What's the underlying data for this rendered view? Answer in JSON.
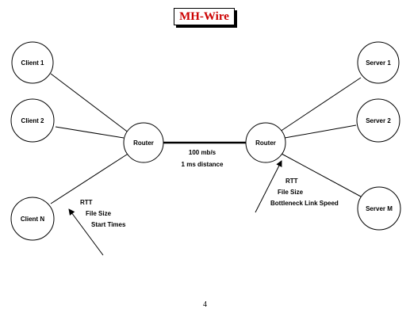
{
  "title": "MH-Wire",
  "colors": {
    "title": "#cc0000",
    "stroke": "#000000",
    "background": "#ffffff"
  },
  "nodes": {
    "client_1": "Client 1",
    "client_2": "Client 2",
    "client_n": "Client N",
    "router_left": "Router",
    "router_right": "Router",
    "server_1": "Server 1",
    "server_2": "Server 2",
    "server_m": "Server M"
  },
  "link": {
    "bandwidth": "100 mb/s",
    "distance": "1 ms distance"
  },
  "client_params": [
    "RTT",
    "File Size",
    "Start Times"
  ],
  "server_params": [
    "RTT",
    "File Size",
    "Bottleneck Link Speed"
  ],
  "page_number": "4"
}
